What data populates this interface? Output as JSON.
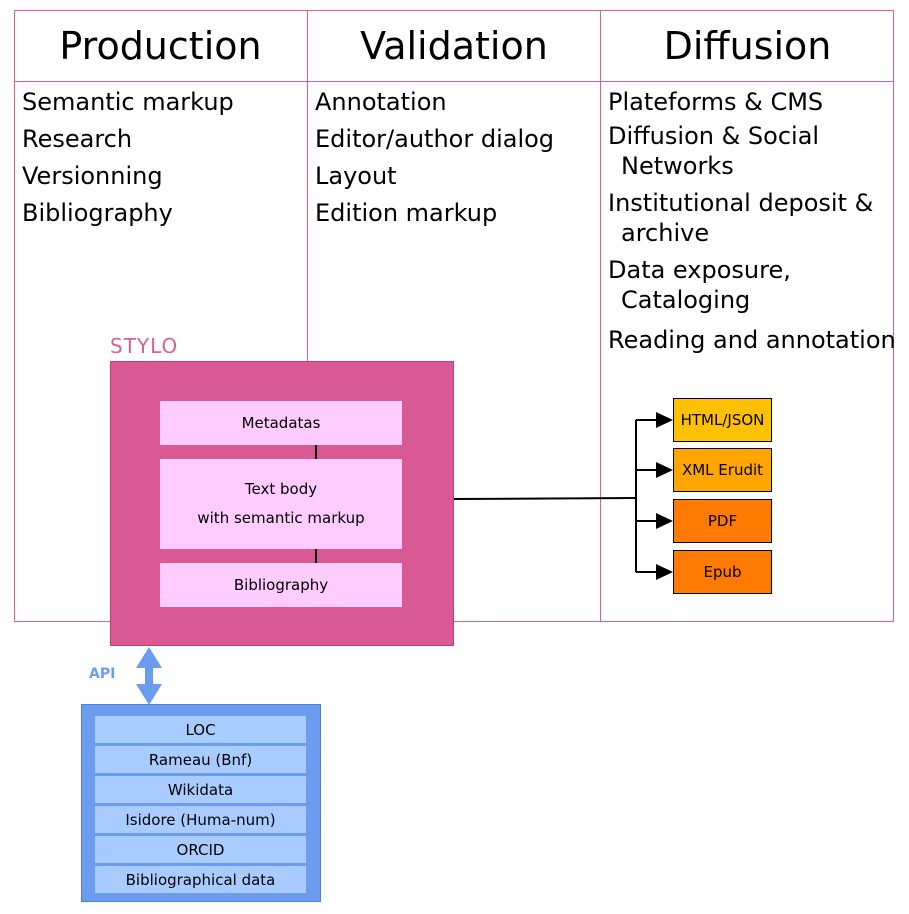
{
  "columns": [
    {
      "title": "Production",
      "items": [
        "Semantic markup",
        "Research",
        "Versionning",
        "Bibliography"
      ]
    },
    {
      "title": "Validation",
      "items": [
        "Annotation",
        "Editor/author dialog",
        "Layout",
        "Edition markup"
      ]
    },
    {
      "title": "Diffusion",
      "items": [
        {
          "line1": "Plateforms & CMS"
        },
        {
          "line1": "Diffusion & Social",
          "line2": "Networks"
        },
        {
          "line1": "Institutional deposit &",
          "line2": "archive"
        },
        {
          "line1": "Data exposure,",
          "line2": "Cataloging"
        },
        {
          "line1": "Reading and annotation"
        }
      ]
    }
  ],
  "stylo": {
    "label": "STYLO",
    "boxes": [
      "Metadatas",
      "Text body",
      "with semantic markup",
      "Bibliography"
    ]
  },
  "outputs": [
    {
      "label": "HTML/JSON",
      "color": "#ffc000"
    },
    {
      "label": "XML Erudit",
      "color": "#ffa500"
    },
    {
      "label": "PDF",
      "color": "#ff7a00"
    },
    {
      "label": "Epub",
      "color": "#ff7a00"
    }
  ],
  "api": {
    "label": "API",
    "sources": [
      "LOC",
      "Rameau (Bnf)",
      "Wikidata",
      "Isidore (Huma-num)",
      "ORCID",
      "Bibliographical data"
    ]
  },
  "colors": {
    "grid": "#d9609a",
    "stylo_frame": "#d95994",
    "stylo_box": "#ffccff",
    "api_frame": "#6b9cf0",
    "api_row": "#a8ccff"
  }
}
